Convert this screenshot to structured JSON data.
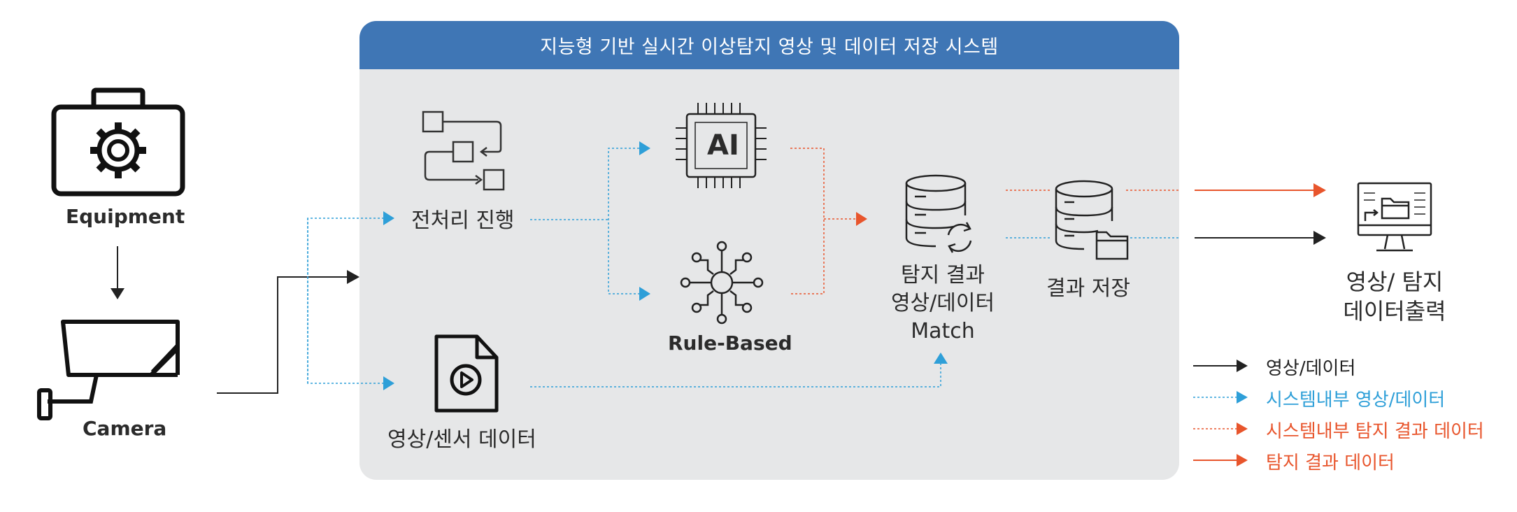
{
  "panel": {
    "title": "지능형 기반 실시간 이상탐지 영상 및 데이터 저장 시스템"
  },
  "nodes": {
    "equipment": "Equipment",
    "camera": "Camera",
    "preprocess": "전처리 진행",
    "sensor_data": "영상/센서 데이터",
    "ai_chip": "AI",
    "rule_based": "Rule-Based",
    "match_line1": "탐지 결과",
    "match_line2": "영상/데이터",
    "match_line3": "Match",
    "store": "결과 저장",
    "output_line1": "영상/ 탐지",
    "output_line2": "데이터출력"
  },
  "legend": [
    {
      "label": "영상/데이터",
      "color": "#222222"
    },
    {
      "label": "시스템내부 영상/데이터",
      "color": "#2e9fd8"
    },
    {
      "label": "시스템내부 탐지 결과 데이터",
      "color": "#e8552c"
    },
    {
      "label": "탐지 결과 데이터",
      "color": "#e8552c"
    }
  ],
  "colors": {
    "header": "#3f76b5",
    "panel": "#e6e7e8",
    "blue": "#2e9fd8",
    "orange": "#e8552c",
    "dark": "#222222"
  },
  "icons": [
    "equipment-case-gear-icon",
    "security-camera-icon",
    "flowchart-icon",
    "video-file-icon",
    "ai-chip-icon",
    "rule-network-icon",
    "database-sync-icon",
    "database-folder-icon",
    "monitor-folder-icon"
  ]
}
